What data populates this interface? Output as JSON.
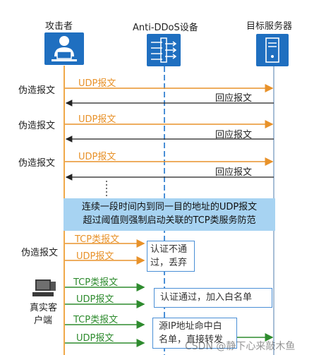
{
  "headers": {
    "attacker": "攻击者",
    "device": "Anti-DDoS设备",
    "server": "目标服务器"
  },
  "exchanges": [
    {
      "side_label": "伪造报文",
      "request": "UDP报文",
      "response": "回应报文"
    },
    {
      "side_label": "伪造报文",
      "request": "UDP报文",
      "response": "回应报文"
    },
    {
      "side_label": "伪造报文",
      "request": "UDP报文",
      "response": "回应报文"
    }
  ],
  "threshold_note": {
    "line1": "连续一段时间内到同一目的地址的UDP报文",
    "line2": "超过阈值则强制启动关联的TCP类服务防范"
  },
  "forged_phase": {
    "side_label": "伪造报文",
    "msg1": "TCP类报文",
    "msg2": "UDP报文",
    "result_line1": "认证不通",
    "result_line2": "过，丢弃"
  },
  "real_client": {
    "label_line1": "真实客",
    "label_line2": "户端",
    "msg1": "TCP类报文",
    "msg2": "UDP报文",
    "result1": "认证通过，加入白名单",
    "msg3": "TCP类报文",
    "msg4": "UDP报文",
    "result2_line1": "源IP地址命中白",
    "result2_line2": "名单，直接转发"
  },
  "watermark": "CSDN @静下心来敲木鱼",
  "colors": {
    "orange": "#e8922a",
    "green": "#2e8b2e",
    "blue": "#1f6fc0",
    "note_bg": "#a7d3f2",
    "lifeline_orange": "#f0a94a",
    "lifeline_blue": "#4a8fd6"
  }
}
